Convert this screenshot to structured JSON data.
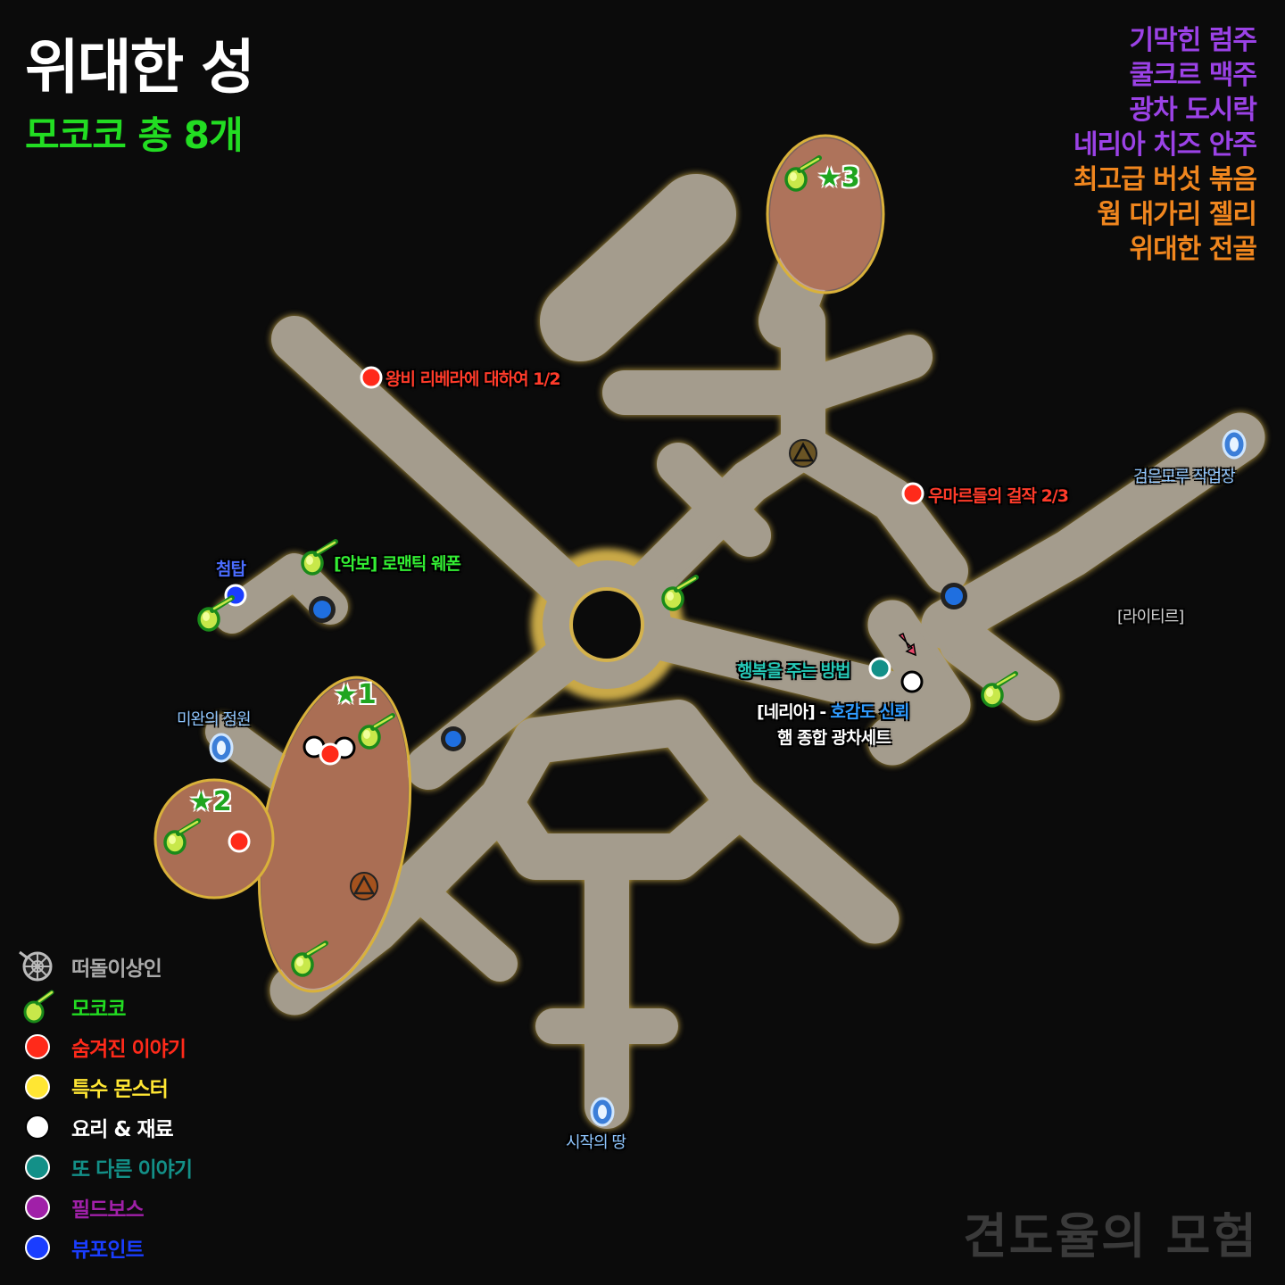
{
  "header": {
    "title": "위대한 성",
    "subtitle": "모코코 총 8개"
  },
  "food_list": [
    {
      "text": "기막힌 럼주",
      "color": "#9b42e6"
    },
    {
      "text": "쿨크르 맥주",
      "color": "#9b42e6"
    },
    {
      "text": "광차 도시락",
      "color": "#9b42e6"
    },
    {
      "text": "네리아 치즈 안주",
      "color": "#9b42e6"
    },
    {
      "text": "최고급 버섯 볶음",
      "color": "#f0861e"
    },
    {
      "text": "웜 대가리 젤리",
      "color": "#f0861e"
    },
    {
      "text": "위대한 전골",
      "color": "#f0861e"
    }
  ],
  "legend": [
    {
      "label": "떠돌이상인",
      "icon": "wandering-merchant-icon",
      "color": "#aaaaaa"
    },
    {
      "label": "모코코",
      "icon": "mokoko-icon",
      "color": "#22dd22"
    },
    {
      "label": "숨겨진 이야기",
      "icon": "red-dot",
      "color": "#ff2a1a"
    },
    {
      "label": "특수 몬스터",
      "icon": "yellow-dot",
      "color": "#ffe633"
    },
    {
      "label": "요리 & 재료",
      "icon": "white-dot",
      "color": "#ffffff"
    },
    {
      "label": "또 다른 이야기",
      "icon": "teal-dot",
      "color": "#139088"
    },
    {
      "label": "필드보스",
      "icon": "purple-dot",
      "color": "#a020a8"
    },
    {
      "label": "뷰포인트",
      "icon": "blue-dot",
      "color": "#1a3dff"
    }
  ],
  "map_labels": {
    "queen_story": "왕비 리베라에 대하여 1/2",
    "umar_story": "우마르들의 걸작 2/3",
    "black_anvil": "검은모루 작업장",
    "spire": "첨탑",
    "sheet_music": "[악보] 로맨틱 웨폰",
    "laitir": "[라이티르]",
    "happiness": "행복을 주는 방법",
    "neria_prefix": "[네리아] -",
    "neria_affinity": "호감도 신뢰",
    "ham_set": "햄 종합 광차세트",
    "unfinished_garden": "미완의 정원",
    "start_land": "시작의 땅"
  },
  "star_labels": {
    "star1": "★1",
    "star2": "★2",
    "star3": "★3"
  },
  "colors": {
    "floor": "#a49c8d",
    "floor_glow": "#d4b24c",
    "highlight_fill": "#7a3208",
    "highlight_ellipse": "#d9a9a0",
    "highlight_border": "#d9b13a"
  },
  "watermark": "견도율의 모험"
}
